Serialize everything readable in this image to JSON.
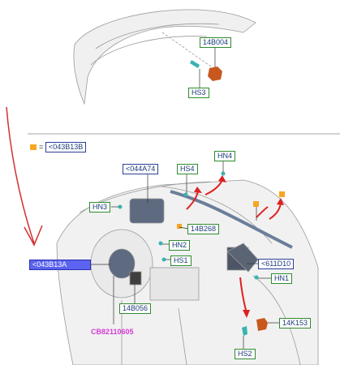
{
  "top": {
    "label_14b004": "14B004",
    "label_hs3": "HS3"
  },
  "legend": {
    "equals": "=",
    "code": "<043B13B",
    "swatch_color": "#f5a623"
  },
  "labels": {
    "l044a74": "<044A74",
    "hs4": "HS4",
    "hn4": "HN4",
    "hn3": "HN3",
    "l14b268": "14B268",
    "hn2": "HN2",
    "hs1": "HS1",
    "l611d10": "<611D10",
    "hn1": "HN1",
    "l043b13a": "<043B13A",
    "l14b056": "14B056",
    "l14k153": "14K153",
    "hs2": "HS2",
    "cb": "CB82110605"
  },
  "colors": {
    "green_border": "#2e8b2e",
    "blue_border": "#2a3f9a",
    "highlight_fill": "#5b63f0",
    "arrow_red": "#e02020",
    "connector_orange": "#f5a623",
    "part_brown": "#c8581e",
    "clip_teal": "#37b3b0"
  }
}
